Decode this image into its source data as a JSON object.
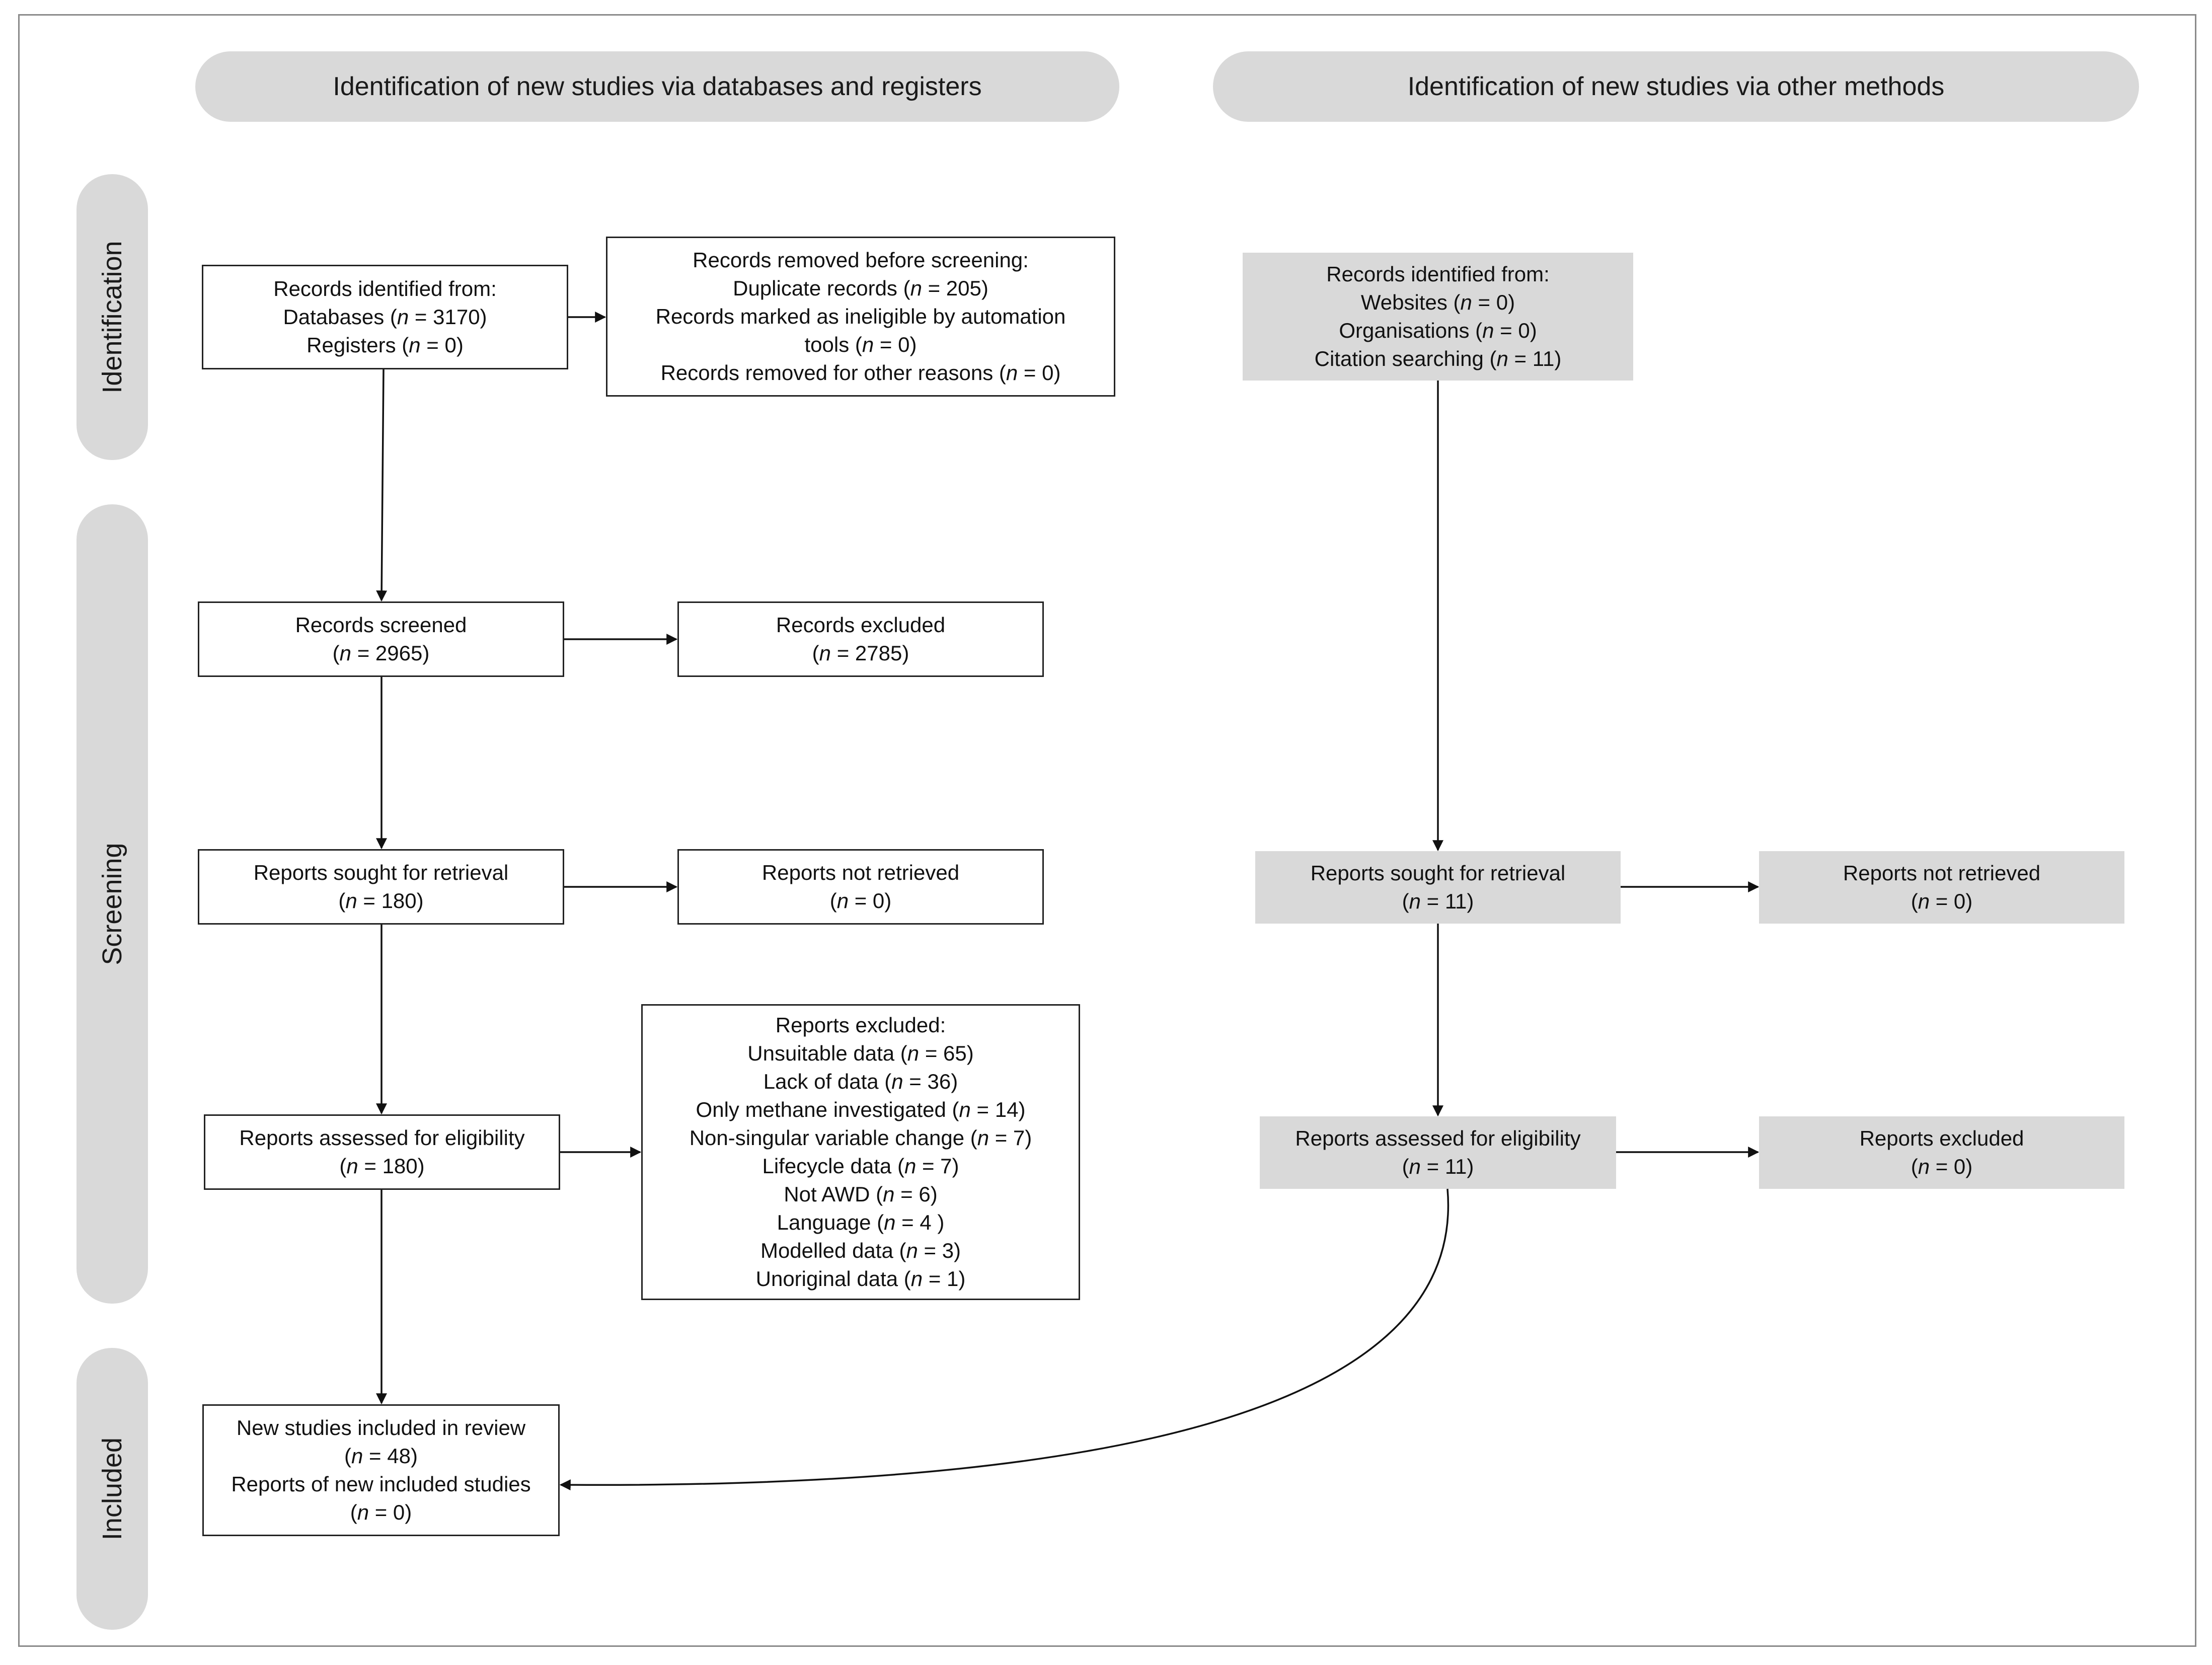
{
  "headers": {
    "databases": "Identification of new studies via databases and registers",
    "other": "Identification of new studies via other methods"
  },
  "stages": {
    "identification": "Identification",
    "screening": "Screening",
    "included": "Included"
  },
  "db": {
    "identified": {
      "l1": "Records identified from:",
      "l2a": "Databases (",
      "l2n": "n",
      "l2b": " = 3170)",
      "l3a": "Registers (",
      "l3n": "n",
      "l3b": " = 0)"
    },
    "removed": {
      "l1": "Records removed before screening:",
      "l2a": "Duplicate records (",
      "l2n": "n",
      "l2b": " = 205)",
      "l3": "Records marked as ineligible by automation",
      "l4a": "tools (",
      "l4n": "n",
      "l4b": " = 0)",
      "l5a": "Records removed for other reasons (",
      "l5n": "n",
      "l5b": " = 0)"
    },
    "screened": {
      "l1": "Records screened",
      "l2a": "(",
      "l2n": "n",
      "l2b": " = 2965)"
    },
    "excluded": {
      "l1": "Records excluded",
      "l2a": "(",
      "l2n": "n",
      "l2b": " = 2785)"
    },
    "sought": {
      "l1": "Reports sought for retrieval",
      "l2a": "(",
      "l2n": "n",
      "l2b": " = 180)"
    },
    "not_retrieved": {
      "l1": "Reports not retrieved",
      "l2a": "(",
      "l2n": "n",
      "l2b": " = 0)"
    },
    "assessed": {
      "l1": "Reports assessed for eligibility",
      "l2a": "(",
      "l2n": "n",
      "l2b": " = 180)"
    },
    "reports_excluded": {
      "title": "Reports excluded:",
      "reasons": [
        {
          "a": "Unsuitable data (",
          "n": "n",
          "b": " = 65)"
        },
        {
          "a": "Lack of data (",
          "n": "n",
          "b": " = 36)"
        },
        {
          "a": "Only methane investigated (",
          "n": "n",
          "b": " = 14)"
        },
        {
          "a": "Non-singular variable change (",
          "n": "n",
          "b": " = 7)"
        },
        {
          "a": "Lifecycle data (",
          "n": "n",
          "b": " = 7)"
        },
        {
          "a": "Not AWD (",
          "n": "n",
          "b": " = 6)"
        },
        {
          "a": "Language (",
          "n": "n",
          "b": " = 4 )"
        },
        {
          "a": "Modelled data (",
          "n": "n",
          "b": " = 3)"
        },
        {
          "a": "Unoriginal data (",
          "n": "n",
          "b": " = 1)"
        }
      ]
    },
    "included": {
      "l1": "New studies included in review",
      "l2a": "(",
      "l2n": "n",
      "l2b": " = 48)",
      "l3": "Reports of new included studies",
      "l4a": "(",
      "l4n": "n",
      "l4b": " = 0)"
    }
  },
  "other": {
    "identified": {
      "l1": "Records identified from:",
      "l2a": "Websites (",
      "l2n": "n",
      "l2b": " = 0)",
      "l3a": "Organisations (",
      "l3n": "n",
      "l3b": " = 0)",
      "l4a": "Citation searching (",
      "l4n": "n",
      "l4b": " = 11)"
    },
    "sought": {
      "l1": "Reports sought for retrieval",
      "l2a": "(",
      "l2n": "n",
      "l2b": " = 11)"
    },
    "not_retrieved": {
      "l1": "Reports not retrieved",
      "l2a": "(",
      "l2n": "n",
      "l2b": " = 0)"
    },
    "assessed": {
      "l1": "Reports assessed for eligibility",
      "l2a": "(",
      "l2n": "n",
      "l2b": " = 11)"
    },
    "excluded": {
      "l1": "Reports excluded",
      "l2a": "(",
      "l2n": "n",
      "l2b": " = 0)"
    }
  },
  "colors": {
    "box_fill_other": "#d9d9d9",
    "header_fill": "#d9d9d9",
    "line": "#111111"
  }
}
